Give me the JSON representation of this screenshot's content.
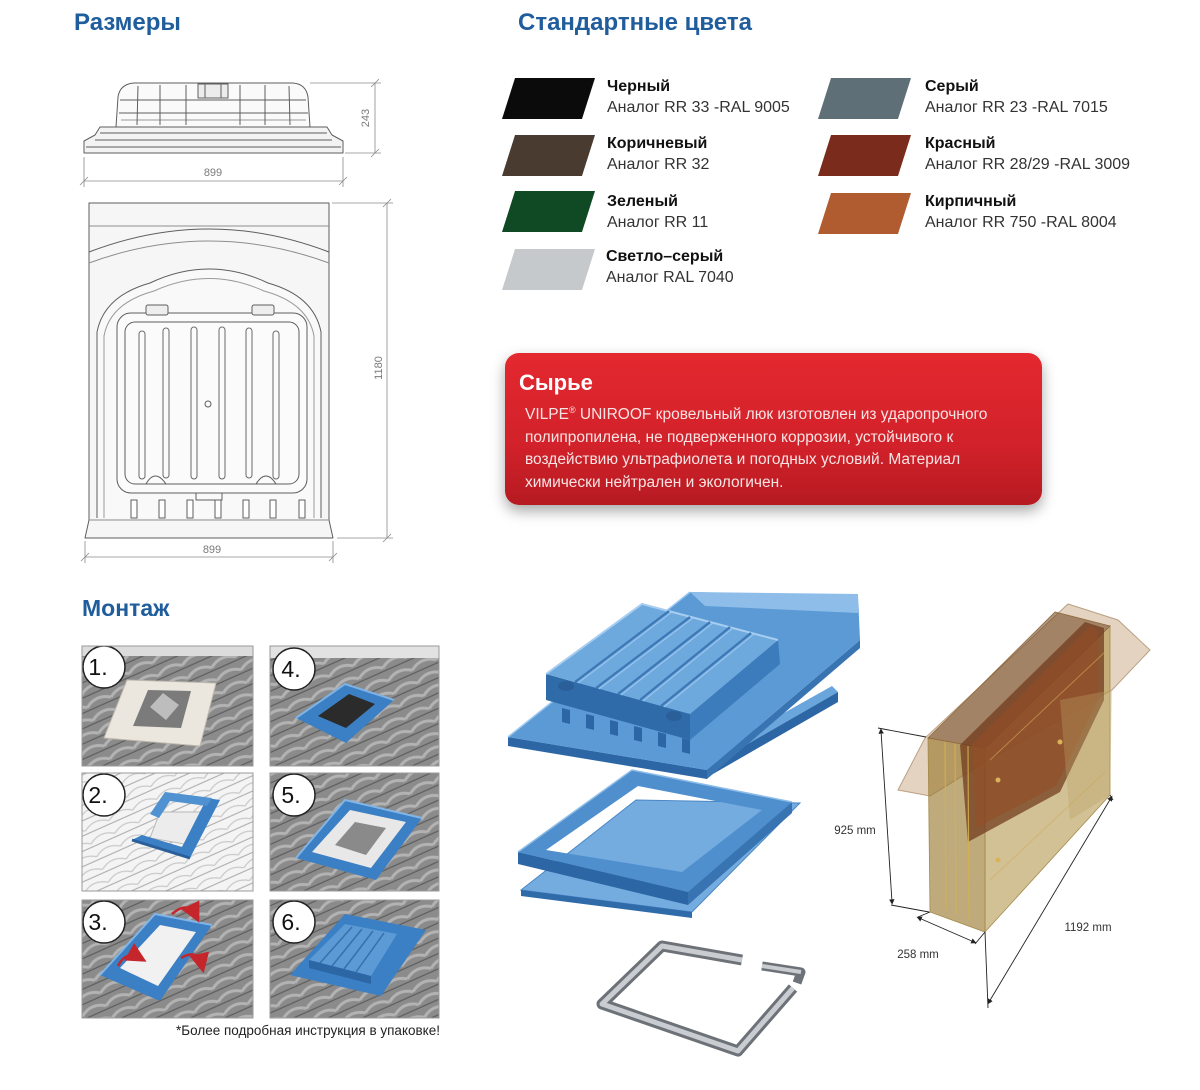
{
  "dimensions": {
    "title": "Размеры",
    "side_height": "243",
    "side_width": "899",
    "top_height": "1180",
    "top_width": "899"
  },
  "colors": {
    "title": "Стандартные цвета",
    "items": [
      {
        "name": "Черный",
        "code": "Аналог RR 33 -RAL 9005",
        "hex": "#0b0b0b"
      },
      {
        "name": "Коричневый",
        "code": "Аналог RR 32",
        "hex": "#4a3b31"
      },
      {
        "name": "Зеленый",
        "code": "Аналог RR 11",
        "hex": "#0f4a24"
      },
      {
        "name": "Светло–серый",
        "code": "Аналог RAL 7040",
        "hex": "#c6c9cb"
      },
      {
        "name": "Серый",
        "code": "Аналог RR 23 -RAL 7015",
        "hex": "#5f6f77"
      },
      {
        "name": "Красный",
        "code": "Аналог RR 28/29 -RAL 3009",
        "hex": "#7b2b1b"
      },
      {
        "name": "Кирпичный",
        "code": "Аналог RR 750 -RAL 8004",
        "hex": "#b15b31"
      }
    ]
  },
  "material": {
    "title": "Сырье",
    "brand": "VILPE",
    "reg_mark": "®",
    "lines": [
      "UNIROOF кровельный люк изготовлен из ударопрочного",
      "полипропилена, не подверженного коррозии, устойчивого к",
      "воздействию ультрафиолета и погодных условий. Материал",
      "химически нейтрален и экологичен."
    ]
  },
  "installation": {
    "title": "Монтаж",
    "steps": [
      "1.",
      "2.",
      "3.",
      "4.",
      "5.",
      "6."
    ],
    "note": "*Более подробная инструкция в упаковке!"
  },
  "box_dimensions": {
    "height": "925 mm",
    "depth": "258 mm",
    "length": "1192 mm"
  }
}
